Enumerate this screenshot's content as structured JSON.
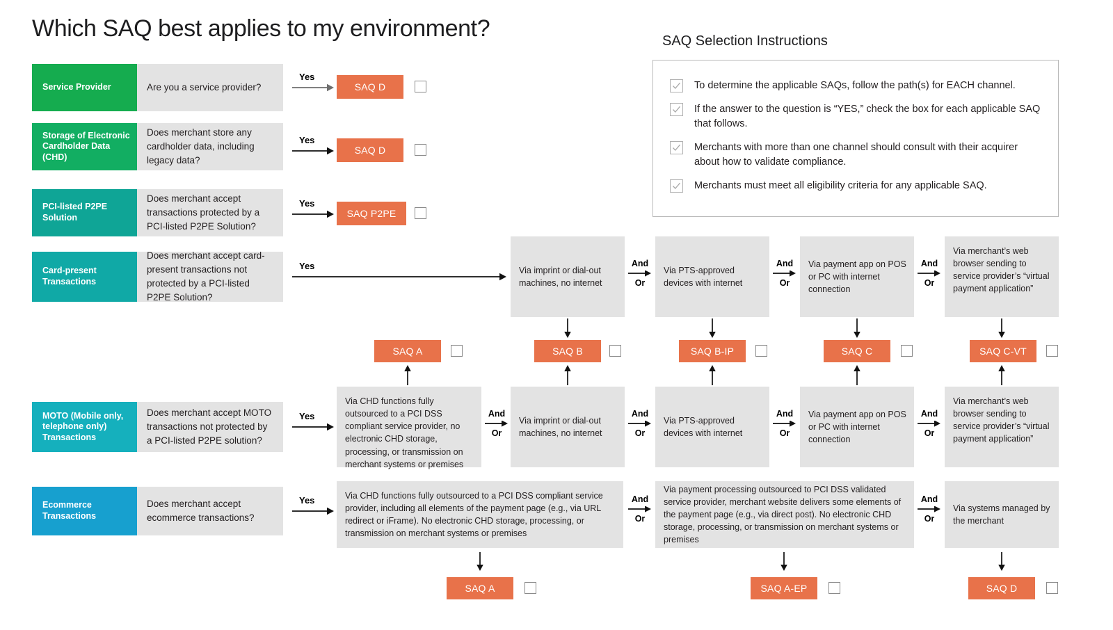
{
  "page": {
    "title": "Which SAQ best applies to my environment?"
  },
  "instructions": {
    "heading": "SAQ Selection Instructions",
    "items": [
      "To determine the applicable SAQs, follow the path(s) for EACH channel.",
      "If the answer to the question is “YES,” check the box for each applicable SAQ that follows.",
      "Merchants with more than one channel should consult with their acquirer about how to validate compliance.",
      "Merchants must meet all eligibility criteria for any applicable SAQ."
    ]
  },
  "labels": {
    "yes": "Yes",
    "and": "And",
    "or": "Or"
  },
  "rows": [
    {
      "tag": "Service Provider",
      "tag_color": "#15ac4f",
      "question": "Are you a service provider?"
    },
    {
      "tag": "Storage of Electronic Cardholder Data (CHD)",
      "tag_color": "#12ae62",
      "question": "Does merchant store any cardholder data, including legacy data?"
    },
    {
      "tag": "PCI-listed P2PE Solution",
      "tag_color": "#0fa596",
      "question": "Does merchant accept transactions protected by a PCI-listed P2PE Solution?"
    },
    {
      "tag": "Card-present Transactions",
      "tag_color": "#10a9a6",
      "question": "Does merchant accept card-present transactions not protected by a PCI-listed P2PE Solution?"
    },
    {
      "tag": "MOTO (Mobile only, telephone only) Transactions",
      "tag_color": "#15b0bd",
      "question": "Does merchant accept MOTO transactions not protected by a PCI-listed P2PE solution?"
    },
    {
      "tag": "Ecommerce Transactions",
      "tag_color": "#17a0cf",
      "question": "Does merchant accept ecommerce transactions?"
    }
  ],
  "direct_saqs": [
    {
      "label": "SAQ D"
    },
    {
      "label": "SAQ D"
    },
    {
      "label": "SAQ P2PE"
    }
  ],
  "card_present_paths": [
    "Via imprint or dial-out machines, no internet",
    "Via PTS-approved devices with internet",
    "Via payment app on POS or PC with internet connection",
    "Via merchant’s web browser sending to service provider’s “virtual payment application”"
  ],
  "moto_paths": [
    "Via CHD functions fully outsourced to a PCI DSS compliant service provider, no electronic CHD storage, processing, or transmission on merchant systems or premises",
    "Via imprint or dial-out machines, no internet",
    "Via PTS-approved devices with internet",
    "Via payment app on POS or PC with internet connection",
    "Via merchant’s web browser sending to service provider’s “virtual payment application”"
  ],
  "ecommerce_paths": [
    "Via CHD functions fully outsourced to a PCI DSS compliant service provider, including all elements of the payment page (e.g., via URL redirect or iFrame). No electronic CHD storage, processing, or transmission on merchant systems or premises",
    "Via payment processing outsourced to PCI DSS validated service provider, merchant website delivers some elements of the payment page (e.g., via direct post). No electronic CHD storage, processing, or transmission on merchant systems or premises",
    "Via systems managed by the merchant"
  ],
  "middle_saqs": [
    {
      "label": "SAQ A"
    },
    {
      "label": "SAQ B"
    },
    {
      "label": "SAQ B-IP"
    },
    {
      "label": "SAQ C"
    },
    {
      "label": "SAQ C-VT"
    }
  ],
  "bottom_saqs": [
    {
      "label": "SAQ A"
    },
    {
      "label": "SAQ A-EP"
    },
    {
      "label": "SAQ D"
    }
  ],
  "colors": {
    "saq_orange": "#e8724a",
    "path_gray": "#e3e3e3",
    "text": "#231f20"
  }
}
